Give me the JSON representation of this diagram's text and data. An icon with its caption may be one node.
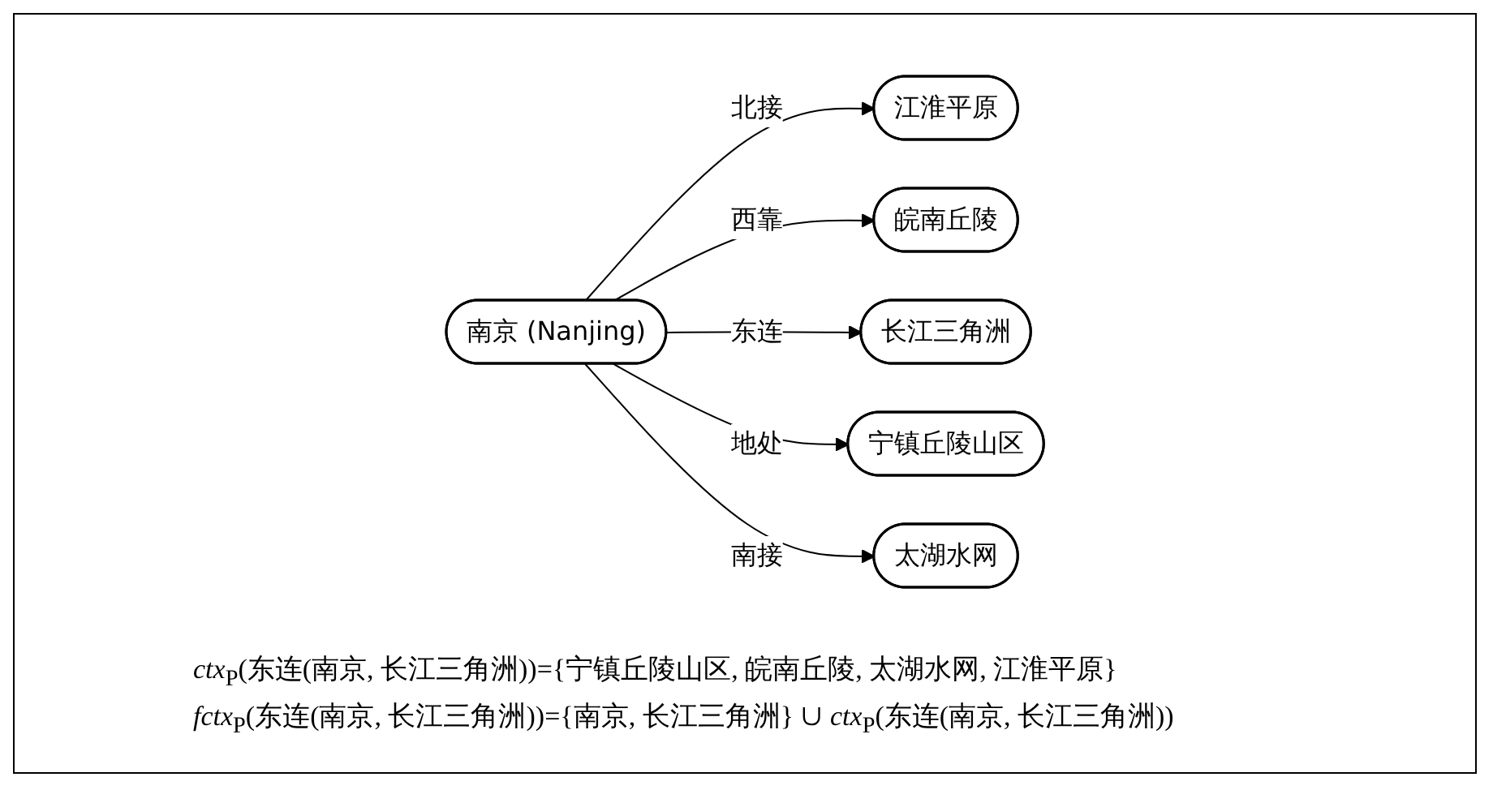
{
  "diagram": {
    "nodes": [
      {
        "text": [
          "江淮平原"
        ]
      },
      {
        "text": [
          "皖南丘陵"
        ]
      },
      {
        "text": [
          "南京 (Nanjing)"
        ]
      },
      {
        "text": [
          "长江三角洲"
        ]
      },
      {
        "text": [
          "宁镇丘陵山区"
        ]
      },
      {
        "text": [
          "太湖水网"
        ]
      }
    ],
    "edges": [
      {
        "from": 2,
        "to": 0,
        "arrow": "to",
        "label": "北接"
      },
      {
        "from": 2,
        "to": 1,
        "arrow": "to",
        "label": "西靠"
      },
      {
        "from": 2,
        "to": 3,
        "arrow": "to",
        "label": "东连"
      },
      {
        "from": 2,
        "to": 4,
        "arrow": "to",
        "label": "地处"
      },
      {
        "from": 2,
        "to": 5,
        "arrow": "to",
        "label": "南接"
      }
    ],
    "labels": [
      "*ctx*$_{P}$(东连(南京, 长江三角洲))={宁镇丘陵山区, 皖南丘陵, 太湖水网, 江淮平原}",
      "*fctx*$_{P}$(东连(南京, 长江三角洲))={南京, 长江三角洲} ∪ *ctx*$_{P}$(东连(南京, 长江三角洲))"
    ]
  }
}
